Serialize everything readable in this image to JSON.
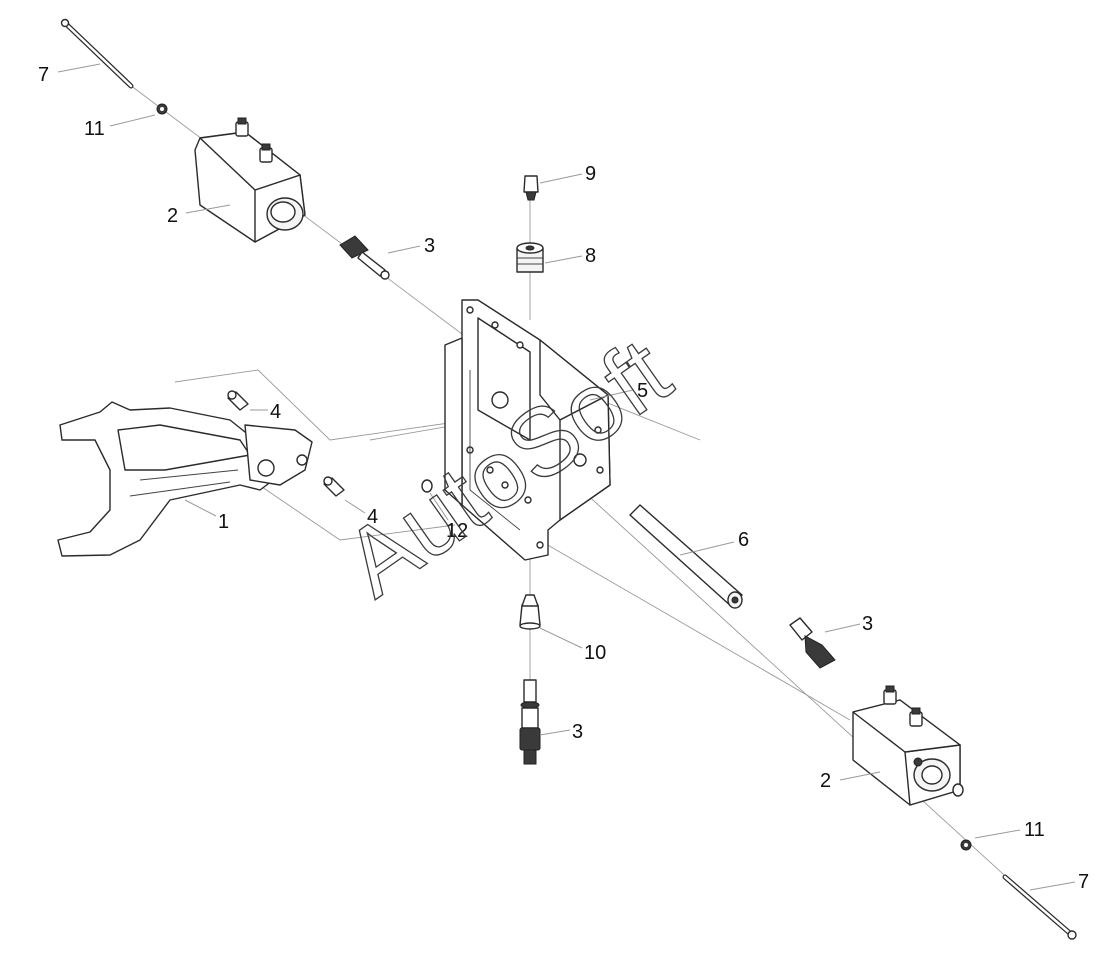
{
  "watermark": "AutoSoft",
  "callouts": [
    {
      "id": "c7a",
      "label": "7"
    },
    {
      "id": "c11a",
      "label": "11"
    },
    {
      "id": "c2a",
      "label": "2"
    },
    {
      "id": "c3a",
      "label": "3"
    },
    {
      "id": "c9",
      "label": "9"
    },
    {
      "id": "c8",
      "label": "8"
    },
    {
      "id": "c5",
      "label": "5"
    },
    {
      "id": "c4a",
      "label": "4"
    },
    {
      "id": "c1",
      "label": "1"
    },
    {
      "id": "c4b",
      "label": "4"
    },
    {
      "id": "c12",
      "label": "12"
    },
    {
      "id": "c6",
      "label": "6"
    },
    {
      "id": "c3b",
      "label": "3"
    },
    {
      "id": "c10",
      "label": "10"
    },
    {
      "id": "c3c",
      "label": "3"
    },
    {
      "id": "c2b",
      "label": "2"
    },
    {
      "id": "c11b",
      "label": "11"
    },
    {
      "id": "c7b",
      "label": "7"
    }
  ]
}
